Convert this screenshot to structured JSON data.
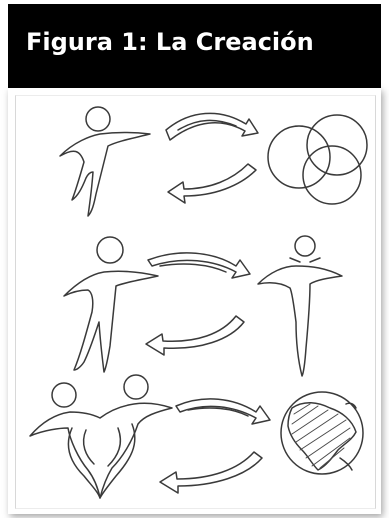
{
  "header": {
    "title": "Figura 1: La Creación",
    "background": "#000000",
    "text_color": "#ffffff"
  },
  "illustration": {
    "rows": [
      {
        "left": "person-figure",
        "right": "three-overlapping-circles",
        "arrows": [
          "arrow-right",
          "arrow-left"
        ]
      },
      {
        "left": "person-figure",
        "right": "person-figure-small-head",
        "arrows": [
          "arrow-right",
          "arrow-left"
        ]
      },
      {
        "left": "two-people-forming-heart",
        "right": "globe-with-land",
        "arrows": [
          "arrow-right",
          "arrow-left"
        ]
      }
    ]
  }
}
